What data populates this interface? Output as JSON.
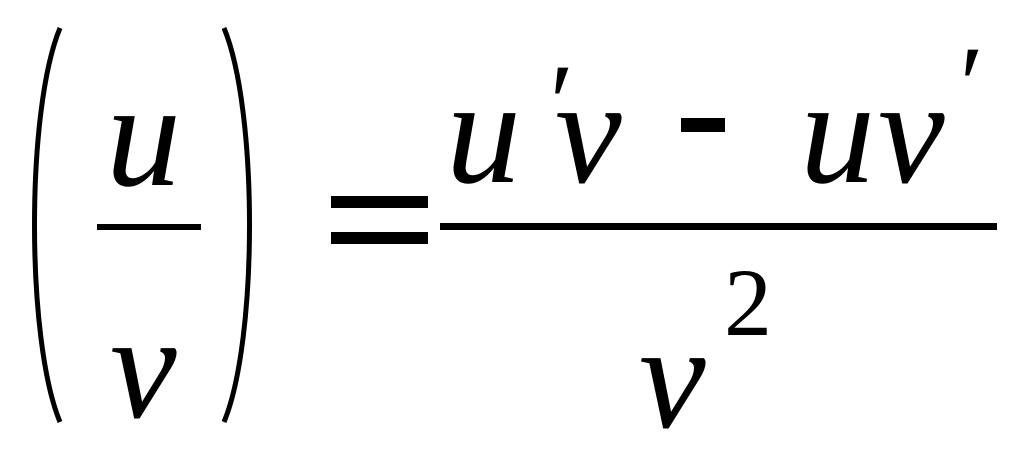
{
  "formula": {
    "lhs": {
      "numerator": "u",
      "denominator": "v"
    },
    "equals": "=",
    "rhs": {
      "numerator": {
        "term1_var1": "u",
        "term1_prime": "′",
        "term1_var2": "v",
        "operator": "-",
        "term2_var1": "u",
        "term2_var2": "v",
        "term2_prime": "′"
      },
      "denominator": {
        "base": "v",
        "exponent": "2"
      }
    }
  }
}
